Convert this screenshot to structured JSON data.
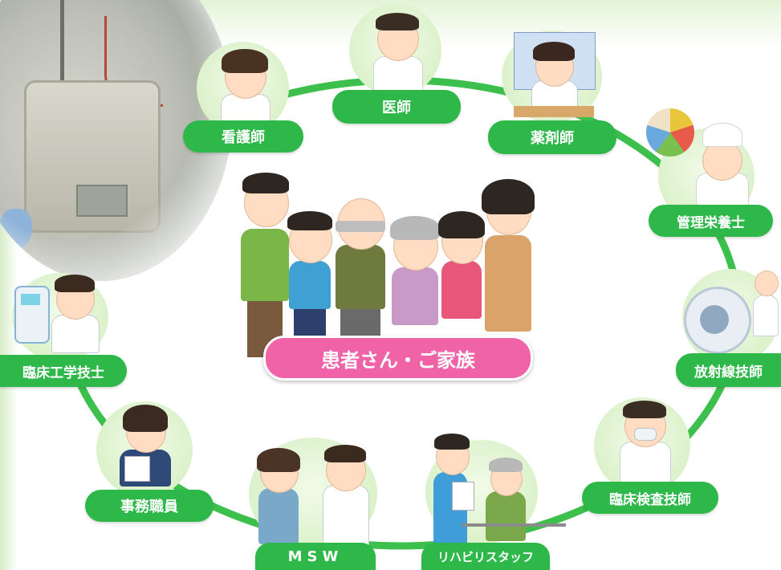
{
  "center": {
    "label": "患者さん・ご家族"
  },
  "roles": {
    "doctor": "医師",
    "nurse": "看護師",
    "pharmacist": "薬剤師",
    "dietitian": "管理栄養士",
    "radiology": "放射線技師",
    "lab": "臨床検査技師",
    "rehab": "リハビリスタッフ",
    "msw": "MSW",
    "clerk": "事務職員",
    "ce": "臨床工学技士"
  },
  "colors": {
    "ring": "#3cbf4c",
    "label": "#2fb84a",
    "center": "#f063a6",
    "bubble": "#d8f0c6"
  }
}
